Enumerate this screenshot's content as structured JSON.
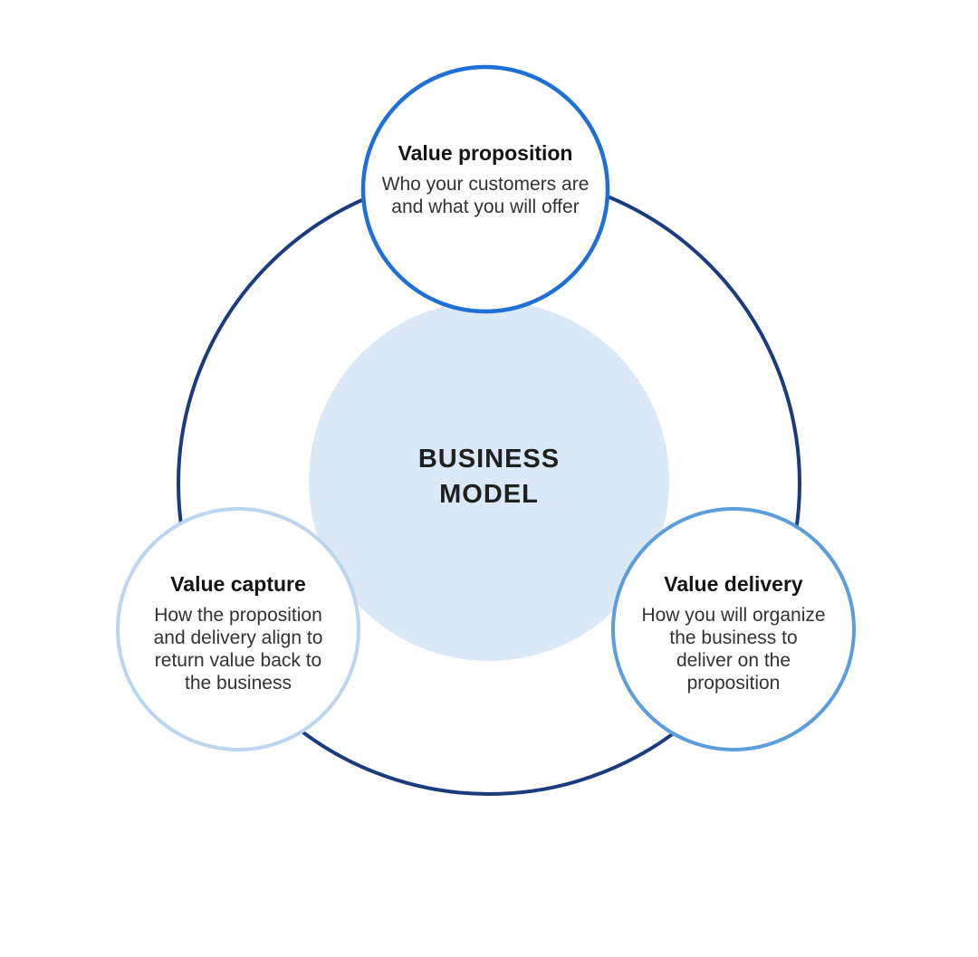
{
  "center": {
    "title_line1": "BUSINESS",
    "title_line2": "MODEL"
  },
  "nodes": [
    {
      "id": "value-proposition",
      "label": "Value proposition",
      "desc_lines": [
        "Who your customers are",
        "and what you will offer"
      ],
      "border_color": "#1E70D8"
    },
    {
      "id": "value-capture",
      "label": "Value capture",
      "desc_lines": [
        "How the proposition",
        "and delivery align to",
        "return value back to",
        "the business"
      ],
      "border_color": "#BCD5F0"
    },
    {
      "id": "value-delivery",
      "label": "Value delivery",
      "desc_lines": [
        "How you will organize",
        "the business to",
        "deliver on the",
        "proposition"
      ],
      "border_color": "#5C9DDE"
    }
  ],
  "colors": {
    "background": "#FFFFFF",
    "outer_ring": "#1A3C7E",
    "center_fill": "#DBE8F7",
    "node_fill": "#FFFFFF",
    "heading_text": "#141414",
    "body_text": "#333333"
  }
}
